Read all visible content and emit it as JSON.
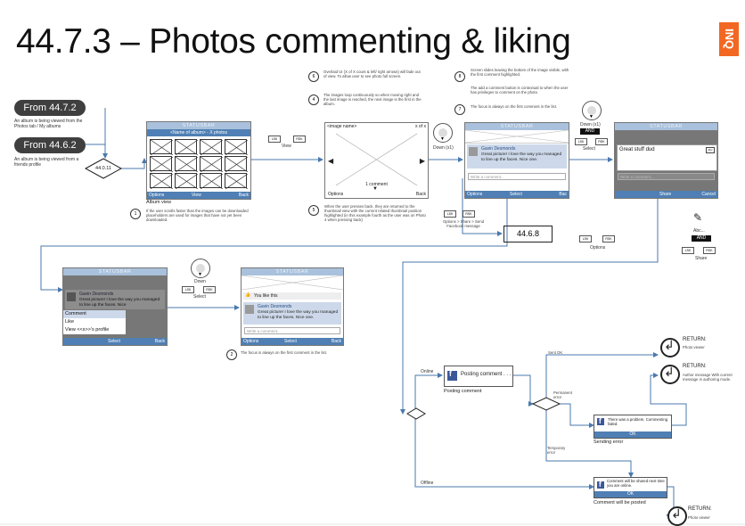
{
  "title": "44.7.3 – Photos commenting & liking",
  "logo_text": "INQ",
  "entry": {
    "from1": {
      "label": "From 44.7.2",
      "desc": "An album is being viewed from the Photos tab / My albums"
    },
    "from2": {
      "label": "From 44.6.2",
      "desc": "An album is being viewed from a friends profile"
    },
    "decision": "44.0.11"
  },
  "album": {
    "statusbar": "STATUSBAR",
    "header": "<Name of album> - X photos",
    "options": "Options",
    "view": "View",
    "back": "Back",
    "caption": "Album view",
    "note_num": "1",
    "note": "If the user scrolls faster than the images can be downloaded placeholders are used for images that have not yet been downloaded."
  },
  "keys": {
    "lsk": "LSK",
    "rsk": "RSK"
  },
  "view_label": "View",
  "viewer": {
    "name": "<image name>",
    "count": "x of x",
    "comment_count": "1 comment",
    "options": "Options",
    "back": "Back",
    "note6_num": "6",
    "note6": "Overlaid UI (X of X count & left/ right arrows) will fade out of view. To allow user to see photo full screen.",
    "note4_num": "4",
    "note4": "The images loop continuously so when moving right and the last image is reached, the next image is the first in the album.",
    "note5_num": "5",
    "note5": "When the user presses back, they are returned to the thumbnail view with the current related thumbnail position highlighted (in this example fourth as the user was on Photo 4 when pressing back)"
  },
  "down_x1": "Down (x1)",
  "comments_screen": {
    "statusbar": "STATUSBAR",
    "author": "Gavin Desmonds",
    "text": "Great picture! I love the way you managed to line up the faces. Nice one.",
    "placeholder": "Write a comment...",
    "options": "Options",
    "select": "Select",
    "back": "Bac",
    "note8_num": "8",
    "note8": "Screen slides leaving the bottom of the image visible, with the first comment highlighted.",
    "note8b": "The add a comment button is contextual to when the user has privileges to comment on the photo",
    "note7_num": "7",
    "note7": "The focus is always on the first comment in the list."
  },
  "share_flow": {
    "label": "Options > Share > Send Facebook message",
    "target": "44.6.8"
  },
  "options_label": "Options",
  "write_screen": {
    "down": "Down (x1)",
    "and": "AND",
    "select": "Select",
    "statusbar": "STATUSBAR",
    "typed": "Great stuff dud",
    "placeholder": "Write a comment...",
    "share": "Share",
    "cancel": "Cancel",
    "abc": "Abc...",
    "share_label": "Share"
  },
  "menu_screen": {
    "statusbar": "STATUSBAR",
    "author": "Gavin Desmonds",
    "text": "Great picture! I love the way you managed to line up the faces. Nice",
    "items": [
      "Comment",
      "Like",
      "View <<x>>'s profile"
    ],
    "select": "Select",
    "back": "Back"
  },
  "down_select": {
    "down": "Down",
    "select": "Select"
  },
  "liked_screen": {
    "statusbar": "STATUSBAR",
    "like_text": "You like this",
    "author": "Gavin Desmonds",
    "text": "Great picture! I love the way you managed to line up the faces. Nice one.",
    "placeholder": "Write a comment...",
    "options": "Options",
    "select": "Select",
    "back": "Back",
    "note_num": "2",
    "note": "The focus is always on the first comment in the list."
  },
  "posting": {
    "online": "Online",
    "offline": "Offline",
    "dialog": "Posting comment . . .",
    "caption": "Posting comment",
    "sent_ok": "Sent OK",
    "perm_error": "Permanent error",
    "temp_error": "Temporary error",
    "ret1_title": "RETURN:",
    "ret1_sub": "Photo viewer",
    "ret2_title": "RETURN:",
    "ret2_sub": "Author message With current message in authoring mode.",
    "fail_dialog": "There was a problem. Commenting failed.",
    "ok": "OK",
    "fail_caption": "Sending error",
    "queued_dialog": "Comment will be shared next time you are online.",
    "queued_caption": "Comment will be posted",
    "ret3_title": "RETURN:",
    "ret3_sub": "Photo viewer"
  }
}
